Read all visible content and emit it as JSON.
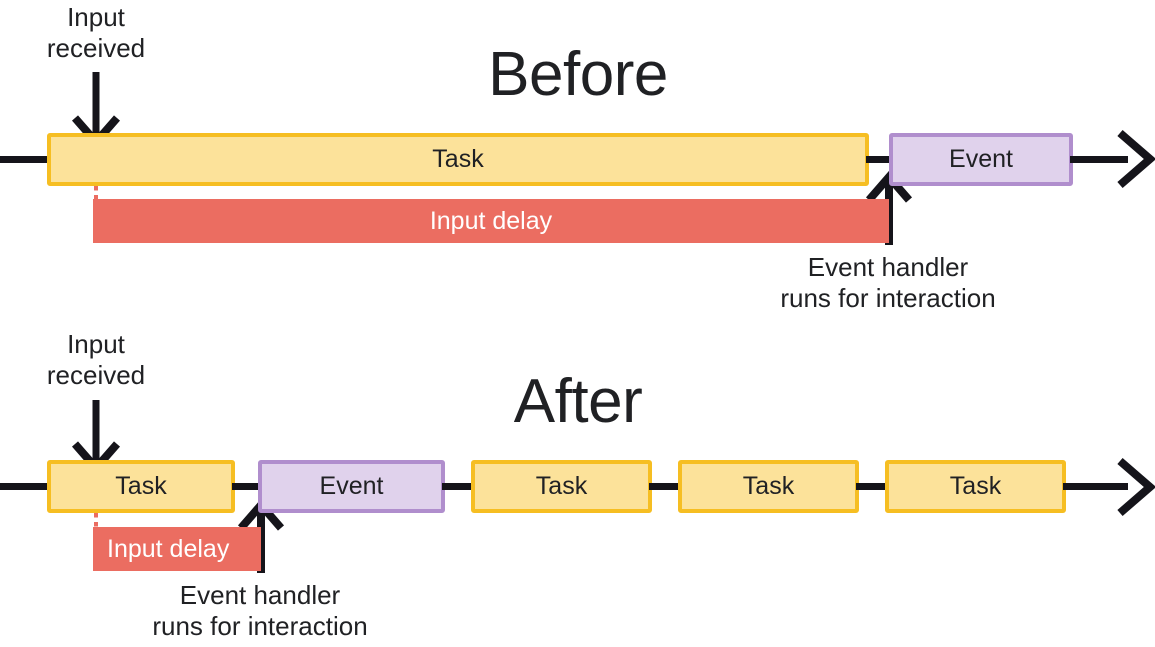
{
  "diagram": {
    "title_before": "Before",
    "title_after": "After",
    "labels": {
      "input_received": "Input\nreceived",
      "event_handler": "Event handler\nruns for interaction",
      "input_delay": "Input delay",
      "task": "Task",
      "event": "Event"
    },
    "colors": {
      "task_fill": "#FCE29A",
      "task_border": "#F6BE22",
      "event_fill": "#E0D2EC",
      "event_border": "#B08ECD",
      "delay_fill": "#EB6D61",
      "line": "#15141A",
      "text": "#202124",
      "delay_text": "#FFFFFF"
    }
  },
  "before": {
    "title": "Before",
    "input_received_label": "Input\nreceived",
    "event_handler_label": "Event handler\nruns for interaction",
    "blocks": [
      {
        "type": "task",
        "label": "Task"
      },
      {
        "type": "event",
        "label": "Event"
      }
    ],
    "delay": {
      "label": "Input delay"
    }
  },
  "after": {
    "title": "After",
    "input_received_label": "Input\nreceived",
    "event_handler_label": "Event handler\nruns for interaction",
    "blocks": [
      {
        "type": "task",
        "label": "Task"
      },
      {
        "type": "event",
        "label": "Event"
      },
      {
        "type": "task",
        "label": "Task"
      },
      {
        "type": "task",
        "label": "Task"
      },
      {
        "type": "task",
        "label": "Task"
      }
    ],
    "delay": {
      "label": "Input delay"
    }
  }
}
